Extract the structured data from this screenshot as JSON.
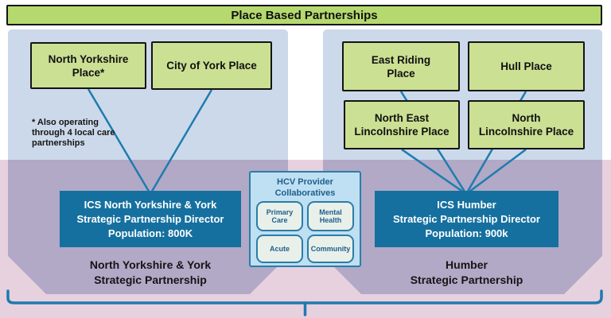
{
  "banner": {
    "label": "Place Based Partnerships"
  },
  "colors": {
    "banner_green": "#b5d96e",
    "place_box_green": "#cbe093",
    "panel_blue": "#ccd9ea",
    "pink_overlay": "#e7d1df",
    "mauve_overlap": "#b1a9c6",
    "ics_blue": "#15709f",
    "connector_teal": "#1f7cae",
    "hcv_fill": "#bfdff2",
    "hcv_border": "#2b7da8",
    "hcv_item_fill": "#e9f0e9",
    "hcv_text": "#1d5f8e"
  },
  "left_region": {
    "places": [
      {
        "label": "North Yorkshire\nPlace*"
      },
      {
        "label": "City of York Place"
      }
    ],
    "footnote": "* Also operating\nthrough 4 local care\npartnerships",
    "ics": {
      "lines": [
        "ICS North Yorkshire & York",
        "Strategic Partnership Director",
        "Population: 800K"
      ]
    },
    "partnership_label": "North Yorkshire & York\nStrategic Partnership"
  },
  "right_region": {
    "places": [
      {
        "label": "East Riding\nPlace"
      },
      {
        "label": "Hull Place"
      },
      {
        "label": "North East\nLincolnshire Place"
      },
      {
        "label": "North\nLincolnshire Place"
      }
    ],
    "ics": {
      "lines": [
        "ICS Humber",
        "Strategic Partnership Director",
        "Population: 900k"
      ]
    },
    "partnership_label": "Humber\nStrategic Partnership"
  },
  "hcv": {
    "title": "HCV Provider\nCollaboratives",
    "items": [
      {
        "label": "Primary\nCare"
      },
      {
        "label": "Mental\nHealth"
      },
      {
        "label": "Acute"
      },
      {
        "label": "Community"
      }
    ]
  }
}
